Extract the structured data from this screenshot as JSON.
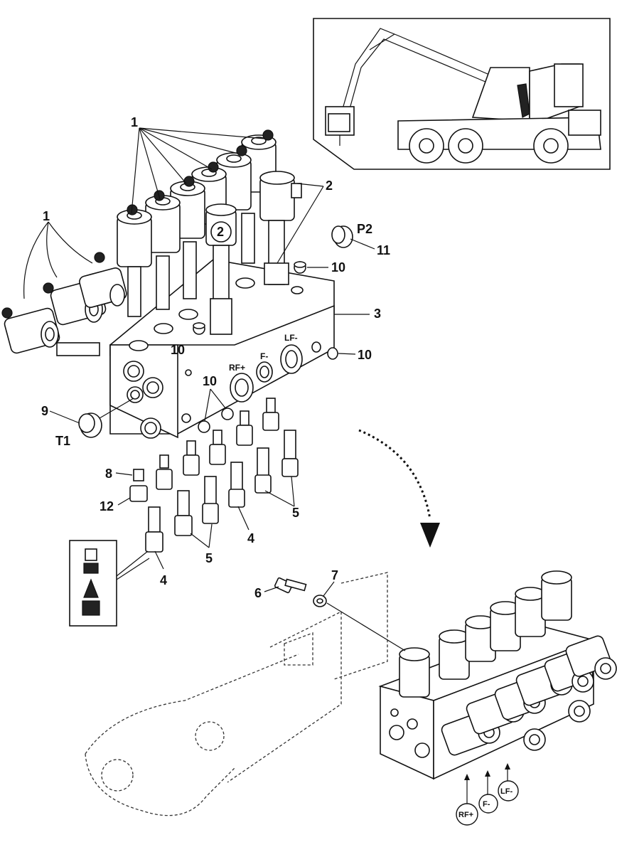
{
  "callouts": {
    "c1a": "1",
    "c1b": "1",
    "c2a": "2",
    "c2b": "2",
    "c3": "3",
    "c4a": "4",
    "c4b": "4",
    "c5a": "5",
    "c5b": "5",
    "c6": "6",
    "c7": "7",
    "c8": "8",
    "c9": "9",
    "c10a": "10",
    "c10b": "10",
    "c10c": "10",
    "c10d": "10",
    "c11": "11",
    "c12": "12"
  },
  "ports": {
    "p2": "P2",
    "t1": "T1",
    "rf_plus": "RF+",
    "f_minus": "F-",
    "lf_minus": "LF-"
  },
  "flow_labels": {
    "rf_plus": "RF+",
    "f_minus": "F-",
    "lf_minus": "LF-"
  },
  "icons": {
    "harvester": "harvester-machine-icon",
    "arrow": "curved-dotted-arrow-icon"
  }
}
